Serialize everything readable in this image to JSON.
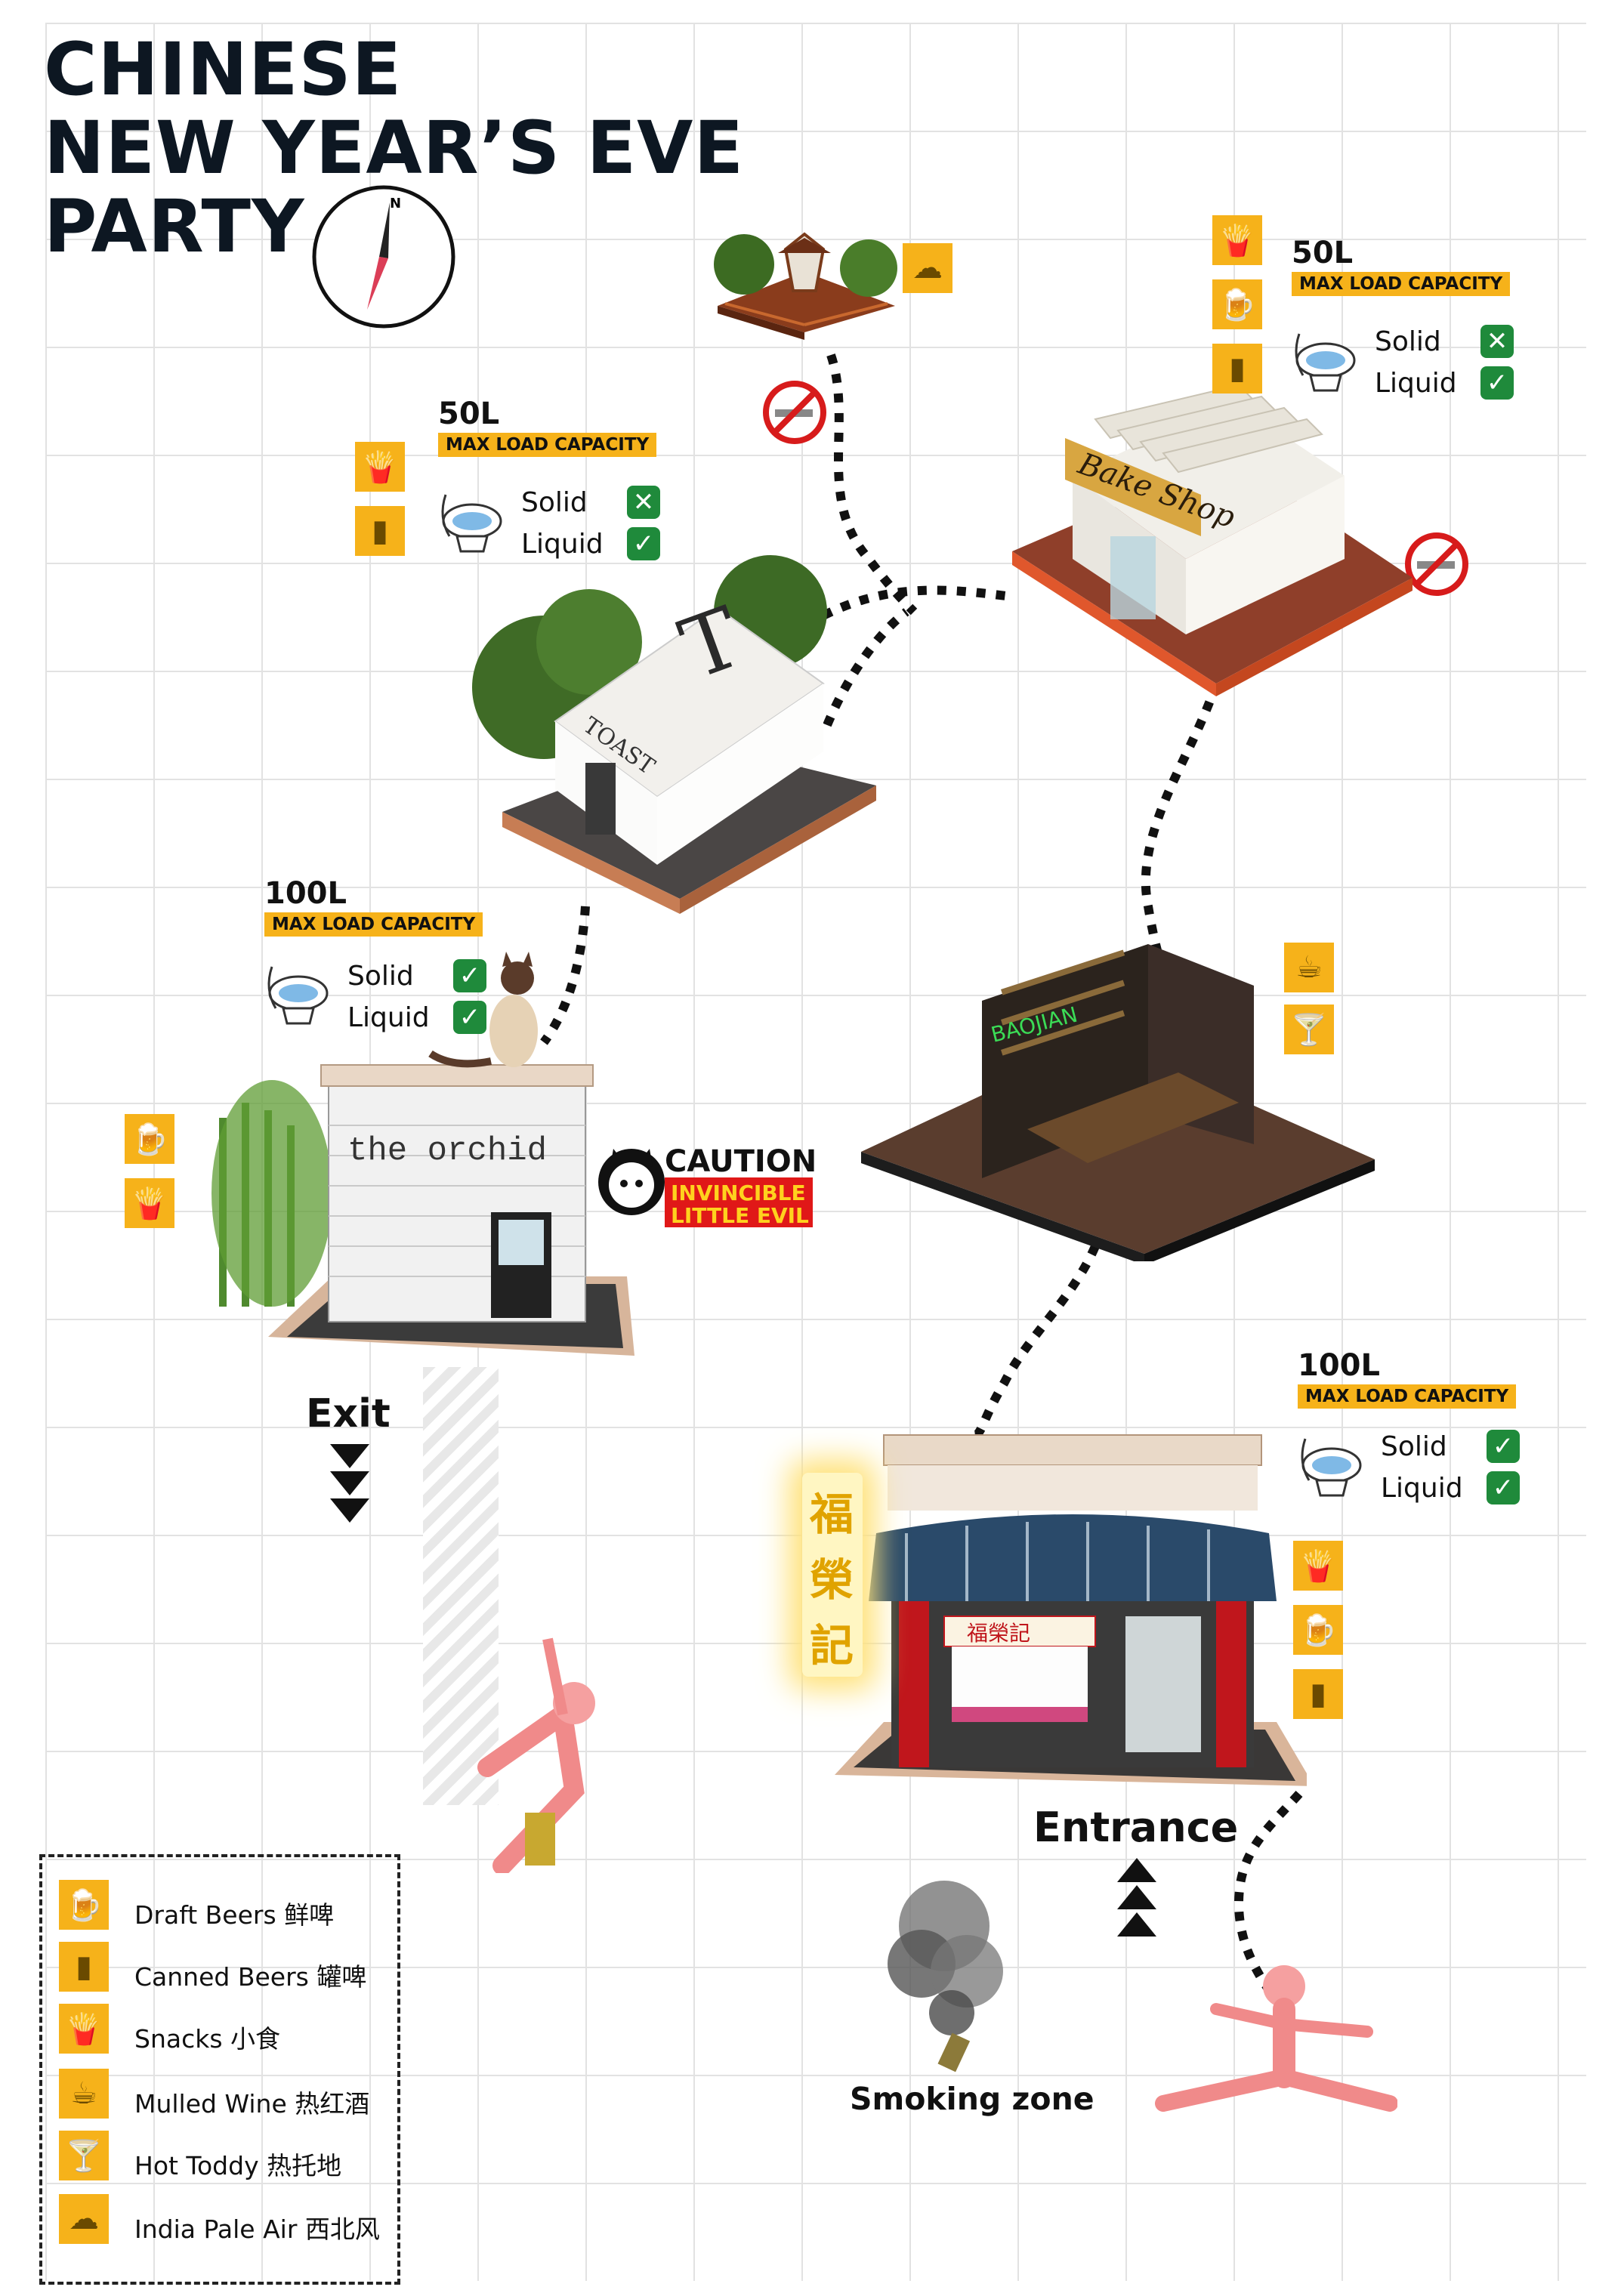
{
  "title": {
    "line1": "CHINESE",
    "line2": "NEW YEAR’S EVE",
    "line3": "PARTY"
  },
  "compass": {
    "north": "N"
  },
  "capacity": {
    "bar_label": "MAX LOAD CAPACITY",
    "solid_label": "Solid",
    "liquid_label": "Liquid",
    "bakeshop": {
      "amount": "50L",
      "solid": "no",
      "liquid": "yes"
    },
    "toast": {
      "amount": "50L",
      "solid": "no",
      "liquid": "yes"
    },
    "orchid": {
      "amount": "100L",
      "solid": "yes",
      "liquid": "yes"
    },
    "fuyungkee": {
      "amount": "100L",
      "solid": "yes",
      "liquid": "yes"
    }
  },
  "buildings": {
    "toast_sign": "TOAST",
    "toast_letter": "T",
    "bakeshop_sign": "Bake Shop",
    "baojian_sign": "BAOJIAN",
    "orchid_sign": "the orchid",
    "fuyungkee_sign": "福榮記",
    "neon_chars": [
      "福",
      "榮",
      "記"
    ]
  },
  "caution": {
    "title": "CAUTION",
    "line1": "INVINCIBLE",
    "line2": "LITTLE EVIL"
  },
  "labels": {
    "exit": "Exit",
    "entrance": "Entrance",
    "smoking": "Smoking zone"
  },
  "icons": {
    "draft": "draft-beer-icon",
    "canned": "canned-beer-icon",
    "snacks": "snacks-icon",
    "mulled": "mulled-wine-icon",
    "toddy": "hot-toddy-icon",
    "ipa": "india-pale-air-icon"
  },
  "legend": [
    {
      "icon": "draft-beer-icon",
      "label": "Draft Beers 鲜啤"
    },
    {
      "icon": "canned-beer-icon",
      "label": "Canned Beers 罐啤"
    },
    {
      "icon": "snacks-icon",
      "label": "Snacks 小食"
    },
    {
      "icon": "mulled-wine-icon",
      "label": "Mulled Wine 热红酒"
    },
    {
      "icon": "hot-toddy-icon",
      "label": "Hot Toddy 热托地"
    },
    {
      "icon": "india-pale-air-icon",
      "label": "India Pale Air 西北风"
    }
  ],
  "colors": {
    "accent": "#f6b21a",
    "check": "#1f8a3b",
    "caution_red": "#e01818",
    "title": "#0d1722"
  }
}
